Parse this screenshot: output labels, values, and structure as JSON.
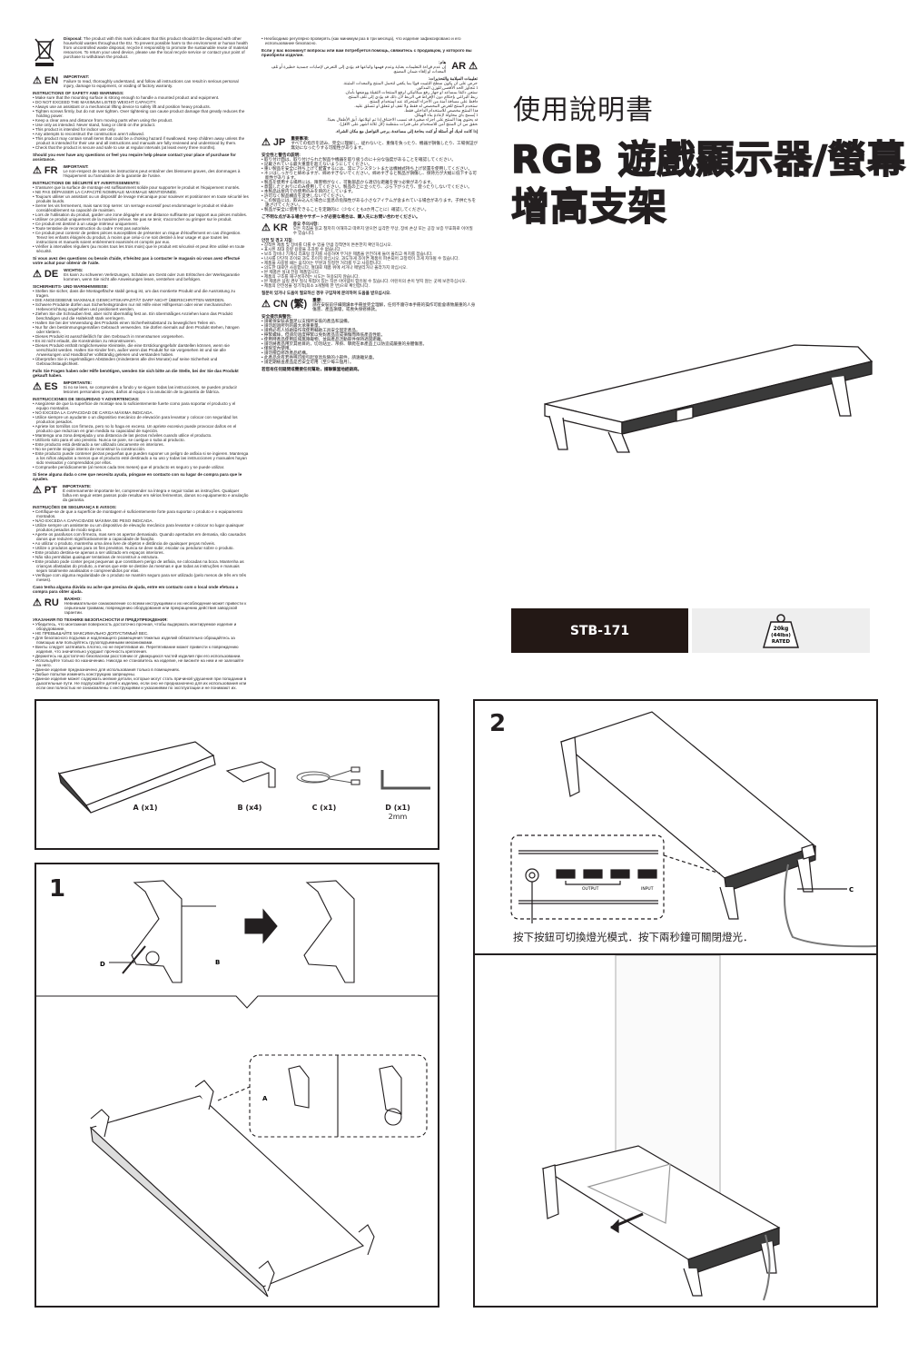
{
  "disposal": {
    "label": "Disposal:",
    "text": "The product with this mark indicates that this product shouldn't be disposed with other household wastes throughout the EU. To prevent possible harm to the environment or human health from uncontrolled waste disposal, recycle it responsibly to promote the sustainable reuse of material resources. To return your used device, please use the local recycle service or contact your point of purchase to withdrawn the product."
  },
  "sections": [
    {
      "lang": "EN",
      "important": "IMPORTANT:",
      "intro": "Failure to read, thoroughly understand, and follow all instructions can result in serious personal injury, damage to equipment, or voiding of factory warranty.",
      "heading": "INSTRUCTIONS OF SAFETY AND WARNINGS:",
      "bullets": [
        "Make sure that the mounting surface is strong enough to handle a mounted product and equipment.",
        "DO NOT EXCEED THE MAXIMUM LISTED WEIGHT CAPACITY.",
        "Always use an assistant or a mechanical lifting device to safely lift and position heavy products.",
        "Tighten screws firmly, but do not over tighten. Over tightening can cause product damage that greatly reduces the holding power.",
        "Keep a clear area and distance from moving parts when using the product.",
        "Use only as intended. Never stand, hang or climb on the product.",
        "This product is intended for indoor use only.",
        "Any attempts to reconstruct the construction aren't allowed.",
        "This product may contain small items that could be a choking hazard if swallowed. Keep children away unless the product is intended for their use and all instructions and manuals are fully reviewed and understood by them.",
        "Check that the product is secure and safe to use at regular intervals (at least every three months)."
      ],
      "closing": "Should you ever have any questions or feel you require help please contact your place of purchase for assistance."
    },
    {
      "lang": "FR",
      "important": "IMPORTANT:",
      "intro": "Le non-respect de toutes les instructions peut entraîner des blessures graves, des dommages à l'équipement ou l'annulation de la garantie de l'usine.",
      "heading": "INSTRUCTIONS DE SÉCURITÉ ET AVERTISSEMENTS:",
      "bullets": [
        "S'assurer que la surface de montage est suffisamment solide pour supporter le produit et l'équipement montés.",
        "NE PAS DÉPASSER LA CAPACITÉ NOMINALE MAXIMALE MENTIONNÉE.",
        "Toujours utiliser un assistant ou un dispositif de levage mécanique pour soulever et positionner en toute sécurité les produits lourds.",
        "Serrer les vis fermement, mais sans trop serrer. Un serrage excessif peut endommager le produit et réduire considérablement sa capacité de maintien.",
        "Lors de l'utilisation du produit, garder une zone dégagée et une distance suffisante par rapport aux pièces mobiles.",
        "Utiliser ce produit uniquement de la manière prévue. Ne pas se tenir, s'accrocher ou grimper sur le produit.",
        "Ce produit est destiné à un usage intérieur uniquement.",
        "Toute tentative de reconstruction du cadre n'est pas autorisée.",
        "Ce produit peut contenir de petites pièces susceptibles de présenter un risque d'étouffement en cas d'ingestion. Tenez les enfants éloignés du produit, à moins que celui-ci ne soit destiné à leur usage et que toutes les instructions et manuels soient entièrement examinés et compris par eux.",
        "Vérifier à intervalles réguliers (au moins tous les trois mois) que le produit est sécurisé et peut être utilisé en toute sécurité."
      ],
      "closing": "Si vous avez des questions ou besoin d'aide, n'hésitez pas à contacter le magasin où vous avez effectué votre achat pour obtenir de l'aide."
    },
    {
      "lang": "DE",
      "important": "WICHTIG:",
      "intro": "Es kann zu schweren Verletzungen, Schäden am Gerät oder zum Erlöschen der Werksgarantie kommen, wenn Sie nicht alle Anweisungen lesen, verstehen und befolgen.",
      "heading": "SICHERHEITS- UND WARNHINWEISE:",
      "bullets": [
        "Stellen Sie sicher, dass die Montagefläche stabil genug ist, um das montierte Produkt und die Ausrüstung zu tragen.",
        "DIE ANGEGEBENE MAXIMALE GEWICHTSKAPAZITÄT DARF NICHT ÜBERSCHRITTEN WERDEN.",
        "Schwere Produkte dürfen aus Sicherheitsgründen nur mit Hilfe einer Hilfsperson oder einer mechanischen Hebevorrichtung angehoben und positioniert werden.",
        "Ziehen Sie die Schrauben fest, aber nicht übermäßig fest an. Ein übermäßiges Anziehen kann das Produkt beschädigen und die Haltekraft stark verringern.",
        "Halten Sie bei der Verwendung des Produkts einen Sicherheitsabstand zu beweglichen Teilen ein.",
        "Nur für den bestimmungsgemäßen Gebrauch verwenden. Sie dürfen niemals auf dem Produkt stehen, hängen oder klettern.",
        "Dieses Produkt ist ausschließlich für den Gebrauch in Innenräumen vorgesehen.",
        "Es ist nicht erlaubt, die Konstruktion zu rekonstruieren.",
        "Dieses Produkt enthält möglicherweise Kleinteile, die eine Erstickungsgefahr darstellen können, wenn sie verschluckt werden. Halten Sie Kinder fern, außer wenn das Produkt für sie vorgesehen ist und sie alle Anweisungen und Handbücher vollständig gelesen und verstanden haben.",
        "Überprüfen Sie in regelmäßigen Abständen (mindestens alle drei Monate) auf seine Sicherheit und Gebrauchstauglichkeit."
      ],
      "closing": "Falls Sie Fragen haben oder Hilfe benötigen, wenden Sie sich bitte an die Stelle, bei der Sie das Produkt gekauft haben."
    },
    {
      "lang": "ES",
      "important": "IMPORTANTE:",
      "intro": "Si no se leen, se comprenden a fondo y se siguen todas las instrucciones, se pueden producir lesiones personales graves, daños al equipo o la anulación de la garantía de fábrica.",
      "heading": "INSTRUCCIONES DE SEGURIDAD Y ADVERTENCIAS:",
      "bullets": [
        "Asegúrese de que la superficie de montaje sea lo suficientemente fuerte como para soportar el producto y el equipo montados.",
        "NO EXCEDA LA CAPACIDAD DE CARGA MÁXIMA INDICADA.",
        "Utilice siempre un ayudante o un dispositivo mecánico de elevación para levantar y colocar con seguridad los productos pesados.",
        "Apriete los tornillos con firmeza, pero no lo haga en exceso. Un apriete excesivo puede provocar daños en el producto que reduzcan en gran medida su capacidad de sujeción.",
        "Mantenga una zona despejada y una distancia de las piezas móviles cuando utilice el producto.",
        "Utilícelo solo para el uso previsto. Nunca se pare, se cuelgue o suba al producto.",
        "Este producto está destinado a ser utilizado únicamente en interiores.",
        "No se permite ningún intento de reconstruir la construcción.",
        "Este producto puede contener piezas pequeñas que pueden suponer un peligro de asfixia si se ingieren. Mantenga a los niños alejados a menos que el producto esté destinado a su uso y todas las instrucciones y manuales hayan sido revisados y comprendidos por ellos.",
        "Compruebe periódicamente (al menos cada tres meses) que el producto es seguro y se puede utilizar."
      ],
      "closing": "Si tiene alguna duda o cree que necesita ayuda, póngase en contacto con su lugar de compra para que le ayuden."
    },
    {
      "lang": "PT",
      "important": "IMPORTANTE:",
      "intro": "É extremamente importante ler, compreender na íntegra e seguir todas as instruções. Qualquer falha em seguir estes passos pode resultar em sérios ferimentos, danos no equipamento e anulação da garantia.",
      "heading": "INSTRUÇÕES DE SEGURANÇA E AVISOS:",
      "bullets": [
        "Certifique-se de que a superfície de montagem é suficientemente forte para suportar o produto e o equipamento montados.",
        "NÃO EXCEDA A CAPACIDADE MÁXIMA DE PESO INDICADA.",
        "Utilize sempre um assistente ou um dispositivo de elevação mecânico para levantar e colocar no lugar quaisquer produtos pesados de modo seguro.",
        "Aperte os parafusos com firmeza, mas sem os apertar demasiado. Quando apertados em demasia, são causados danos que reduzem significativamente a capacidade de fixação.",
        "Ao utilizar o produto, mantenha uma área livre de objetos e distância de quaisquer peças móveis.",
        "Utilize o produtos apenas para os fins previstos. Nunca se deve subir, escalar ou pendurar sobre o produto.",
        "Este produto destina-se apenas a ser utilizado em espaços interiores.",
        "Não são permitidas quaisquer tentativas de reconstruir a estrutura.",
        "Este produto pode conter peças pequenas que constituem perigo de asfixia, se colocadas na boca. Mantenha as crianças afastadas do produto, a menos que este se destine às mesmas e que todas as instruções e manuais sejam totalmente analisados e compreendidos por elas.",
        "Verifique com alguma regularidade de o produto se mantém seguro para ser utilizado (pelo menos de três em três meses)."
      ],
      "closing": "Caso tenha alguma dúvida ou ache que precisa de ajuda, entre em contacto com o local onde efetuou a compra para obter ajuda."
    },
    {
      "lang": "RU",
      "important": "ВАЖНО:",
      "intro": "Невнимательное ознакомление со всеми инструкциями и их несоблюдение может привести к серьезным травмам, повреждению оборудования или прекращению действия заводской гарантии.",
      "heading": "УКАЗАНИЯ ПО ТЕХНИКЕ БЕЗОПАСНОСТИ И ПРЕДУПРЕЖДЕНИЯ:",
      "bullets": [
        "Убедитесь, что монтажная поверхность достаточно прочная, чтобы выдержать монтируемое изделие и оборудование.",
        "НЕ ПРЕВЫШАЙТЕ МАКСИМАЛЬНО ДОПУСТИМЫЙ ВЕС.",
        "Для безопасного подъема и надлежащего размещения тяжелых изделий обязательно обращайтесь за помощью или пользуйтесь грузоподъемными механизмами.",
        "Винты следует затягивать плотно, но не перетягивая их. Перетягивание может привести к повреждению изделия, что значительно ухудшит прочность крепления.",
        "Держитесь на достаточно безопасном расстоянии от движущихся частей изделия при его использовании.",
        "Используйте только по назначению. Никогда не становитесь на изделие, не висните на нем и не залезайте на него.",
        "Данное изделие предназначено для использования только в помещениях.",
        "Любые попытки изменить конструкцию запрещены.",
        "Данное изделие может содержать мелкие детали, которые могут стать причиной удушения при попадании в дыхательные пути. Не подпускайте детей к изделию, если оно не предназначено для их использования или если они полностью не ознакомлены с инструкциями и указаниями по эксплуатации и не понимают их.",
        "Необходимо регулярно проверять (как минимум раз в три месяца), что изделие зафиксировано и его использование безопасно."
      ],
      "closing": "Если у вас возникнут вопросы или вам потребуется помощь, свяжитесь с продавцом, у которого вы приобрели изделие."
    },
    {
      "lang": "AR",
      "important": "هام:",
      "intro": "إن عدم قراءة التعليمات بعناية وعدم فهمها واتباعها قد يؤدي إلى التعرض لإصابات جسدية خطيرة أو تلف المعدات أو إلغاء ضمان المصنع.",
      "heading": "تعليمات السلامة والتحذيرات:",
      "bullets": [
        "احرص على أن يكون سطح التثبيت قويًا بما يكفي لتحمل المنتج والمعدات المثبتة.",
        "لا تتجاوز الحد الأقصى للوزن المذكور.",
        "استعن دائمًا بمساعد أو جهاز رفع ميكانيكي لرفع المنتجات الثقيلة ووضعها بأمان.",
        "اربط البراغي بإحكام دون الإفراط في الربط لأن ذلك قد يؤدي إلى تلف المنتج.",
        "حافظ على مسافة آمنة من الأجزاء المتحركة عند استخدام المنتج.",
        "استخدم المنتج للغرض المخصص له فقط ولا تقف أو تتعلق أو تتسلق عليه.",
        "هذا المنتج مخصص للاستخدام الداخلي فقط.",
        "لا يُسمح بأي محاولة لإعادة بناء الهيكل.",
        "قد يحتوي هذا المنتج على أجزاء صغيرة قد تسبب الاختناق إذا تم ابتلاعها، أبق الأطفال بعيدًا.",
        "تحقق من أن المنتج آمن للاستخدام على فترات منتظمة (كل ثلاثة أشهر على الأقل)."
      ],
      "closing": "إذا كانت لديك أي أسئلة أو كنت بحاجة إلى مساعدة، يرجى التواصل مع مكان الشراء."
    },
    {
      "lang": "JP",
      "important": "重要事項:",
      "intro": "すべての指示を読み、完全に理解し、従わないと、重傷を負ったり、機器が損傷したり、工場保証が無効になったりする可能性があります。",
      "heading": "安全性と警告の説明:",
      "bullets": [
        "取り付け面は、取り付けられた製品や機器を取り扱うのに十分な強度があることを確認してください。",
        "記載されている最大重量を超えないようにしてください。",
        "重い製品を安全に持ち上げて配置するには、常にアシスタントまたは機械式持ち上げ装置を使用してください。",
        "ネジはしっかりと締めますが、締めすぎないでください。締めすぎると製品が損傷し、保持力が大幅に低下する可能性があります。",
        "製品を使用する場所には、障害物がなく、可動部品から適切な距離を保つ必要があります。",
        "意図したとおりにのみ使用してください。製品の上に立ったり、ぶら下がったり、登ったりしないでください。",
        "本製品は屋内での使用のみを目的としています。",
        "許可なく製品構造を変更しないでください。",
        "この製品には、飲み込んだ場合に窒息の危険性がある小さなアイテムが含まれている場合があります。子供たちを遠ざけてください。",
        "製品が安全に使用できることを定期的に（少なくとも3か月ごとに）確認してください。"
      ],
      "closing": "ご不明な点がある場合やサポートが必要な場合は、購入先にお問い合わせください。"
    },
    {
      "lang": "KR",
      "important": "중요 주의사항:",
      "intro": "모든 지침을 읽고 철저히 이해하고 따르지 않으면 심각한 부상, 장비 손상 또는 공장 보증 무효화로 이어질 수 있습니다.",
      "heading": "안전 및 경고 지침:",
      "bullets": [
        "장착된 제품 및 장비를 다룰 수 있을 만큼 장착면이 튼튼한지 확인하십시오.",
        "표시된 최대 중량 용량을 초과할 수 없습니다.",
        "보조 장비나 기계식 리프팅 장치를 사용하여 무거운 제품을 안전하게 들어 올리고 위치를 잡습니다.",
        "나사를 단단히 조이되 과도 조이지 마십시오. 과도하게 조이면 제품이 파손되어 고정력이 크게 저하될 수 있습니다.",
        "제품을 사용할 때는 움직이는 부분과 일정한 거리를 두고 사용합니다.",
        "의도한 대로만 사용합니다. 절대로 제품 위에 서거나 매달리거나 올라가지 마십시오.",
        "본 제품은 실내 전용 제품입니다.",
        "제품의 구조를 재구성하려는 시도는 허용되지 않습니다.",
        "본 제품은 삼킬 경우 질식 위험이 있는 작은 아이템이 함유될 수 있습니다. 어린이의 손이 닿지 않는 곳에 보관하십시오.",
        "제품의 안전성을 정기적(최소 3개월에 한 번)으로 확인합니다."
      ],
      "closing": "질문이 있거나 도움이 필요하신 경우 구입처에 문의하여 도움을 받으십시오."
    },
    {
      "lang": "CN (繁)",
      "important": "重要:",
      "intro": "請在安裝前仔細閱讀本手冊並完全理解，任何不遵守本手冊的操作可能會導致嚴重的人身傷害、產品損壞，或喪失保修條款。",
      "heading": "安全提示與警告:",
      "bullets": [
        "請確保安裝表面足以支撐所安裝的產品和設備。",
        "請勿超過所列的最大承重重量。",
        "請務必有人協助操作或使用輔助工具安全固定產品。",
        "擰緊螺絲，但請勿過度擰緊以免對產品造成損傷而降低產品性能。",
        "使用時產品使用區域無障礙物，並與產品活動部件保持適當距離。",
        "請勿將產品用於其他目的，切勿站立、吊掛、攀爬在本產品上以防造成嚴重的身體傷害。",
        "僅限室內使用。",
        "請勿擅自修改產品結構。",
        "此產品含有若吞嚥可能引起窒息危險的小部件，請遠離兒童。",
        "請定期檢查產品是否安全可用（至少每三個月）。"
      ],
      "closing": "若您有任何疑問或需要任何幫助，請聯繫當地經銷商。"
    }
  ],
  "title": {
    "manual": "使用說明書",
    "product_line1": "RGB 遊戲顯示器/螢幕",
    "product_line2": "增高支架"
  },
  "model": "STB-171",
  "weight_badge": {
    "line1": "20kg",
    "line2": "(44lbs)",
    "line3": "RATED"
  },
  "parts": [
    {
      "label": "A (x1)"
    },
    {
      "label": "B (x4)"
    },
    {
      "label": "C (x1)"
    },
    {
      "label": "D (x1)",
      "sub": "2mm"
    }
  ],
  "step1": {
    "number": "1",
    "callouts": {
      "b": "B",
      "d": "D",
      "a": "A"
    }
  },
  "step2": {
    "number": "2",
    "output_label": "OUTPUT",
    "input_label": "INPUT",
    "cable_label": "C",
    "note": "按下按鈕可切換燈光模式．按下兩秒鐘可關閉燈光．"
  }
}
